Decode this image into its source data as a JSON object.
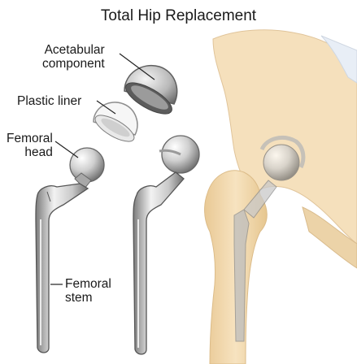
{
  "title": "Total Hip Replacement",
  "labels": {
    "acetabular_component": [
      "Acetabular",
      "component"
    ],
    "plastic_liner": "Plastic liner",
    "femoral_head": [
      "Femoral",
      "head"
    ],
    "femoral_stem": [
      "Femoral",
      "stem"
    ]
  },
  "colors": {
    "metal_light": "#e8e8e8",
    "metal_dark": "#8a8a8a",
    "bone": "#f3dcb5",
    "bone_shadow": "#e2c493",
    "liner": "#f4f4f4",
    "leader": "#222222"
  }
}
